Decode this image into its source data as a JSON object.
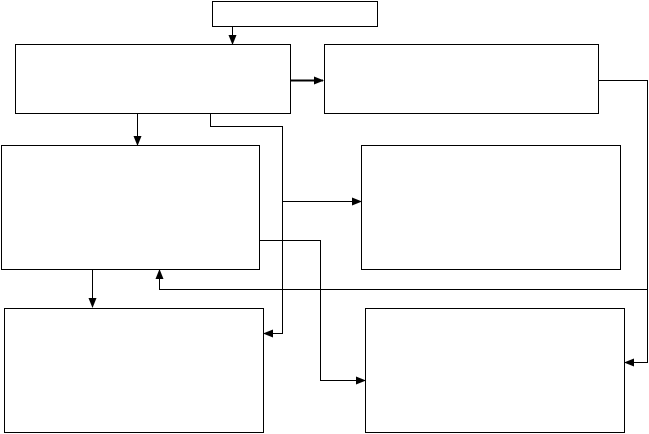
{
  "diagram": {
    "boxes": [
      {
        "id": "top-box",
        "text": ""
      },
      {
        "id": "upper-left-box",
        "text": ""
      },
      {
        "id": "upper-right-box",
        "text": ""
      },
      {
        "id": "middle-left-box",
        "text": ""
      },
      {
        "id": "middle-right-box",
        "text": ""
      },
      {
        "id": "bottom-left-box",
        "text": ""
      },
      {
        "id": "bottom-right-box",
        "text": ""
      }
    ],
    "colors": {
      "background": "#ffffff",
      "line": "#000000"
    }
  }
}
